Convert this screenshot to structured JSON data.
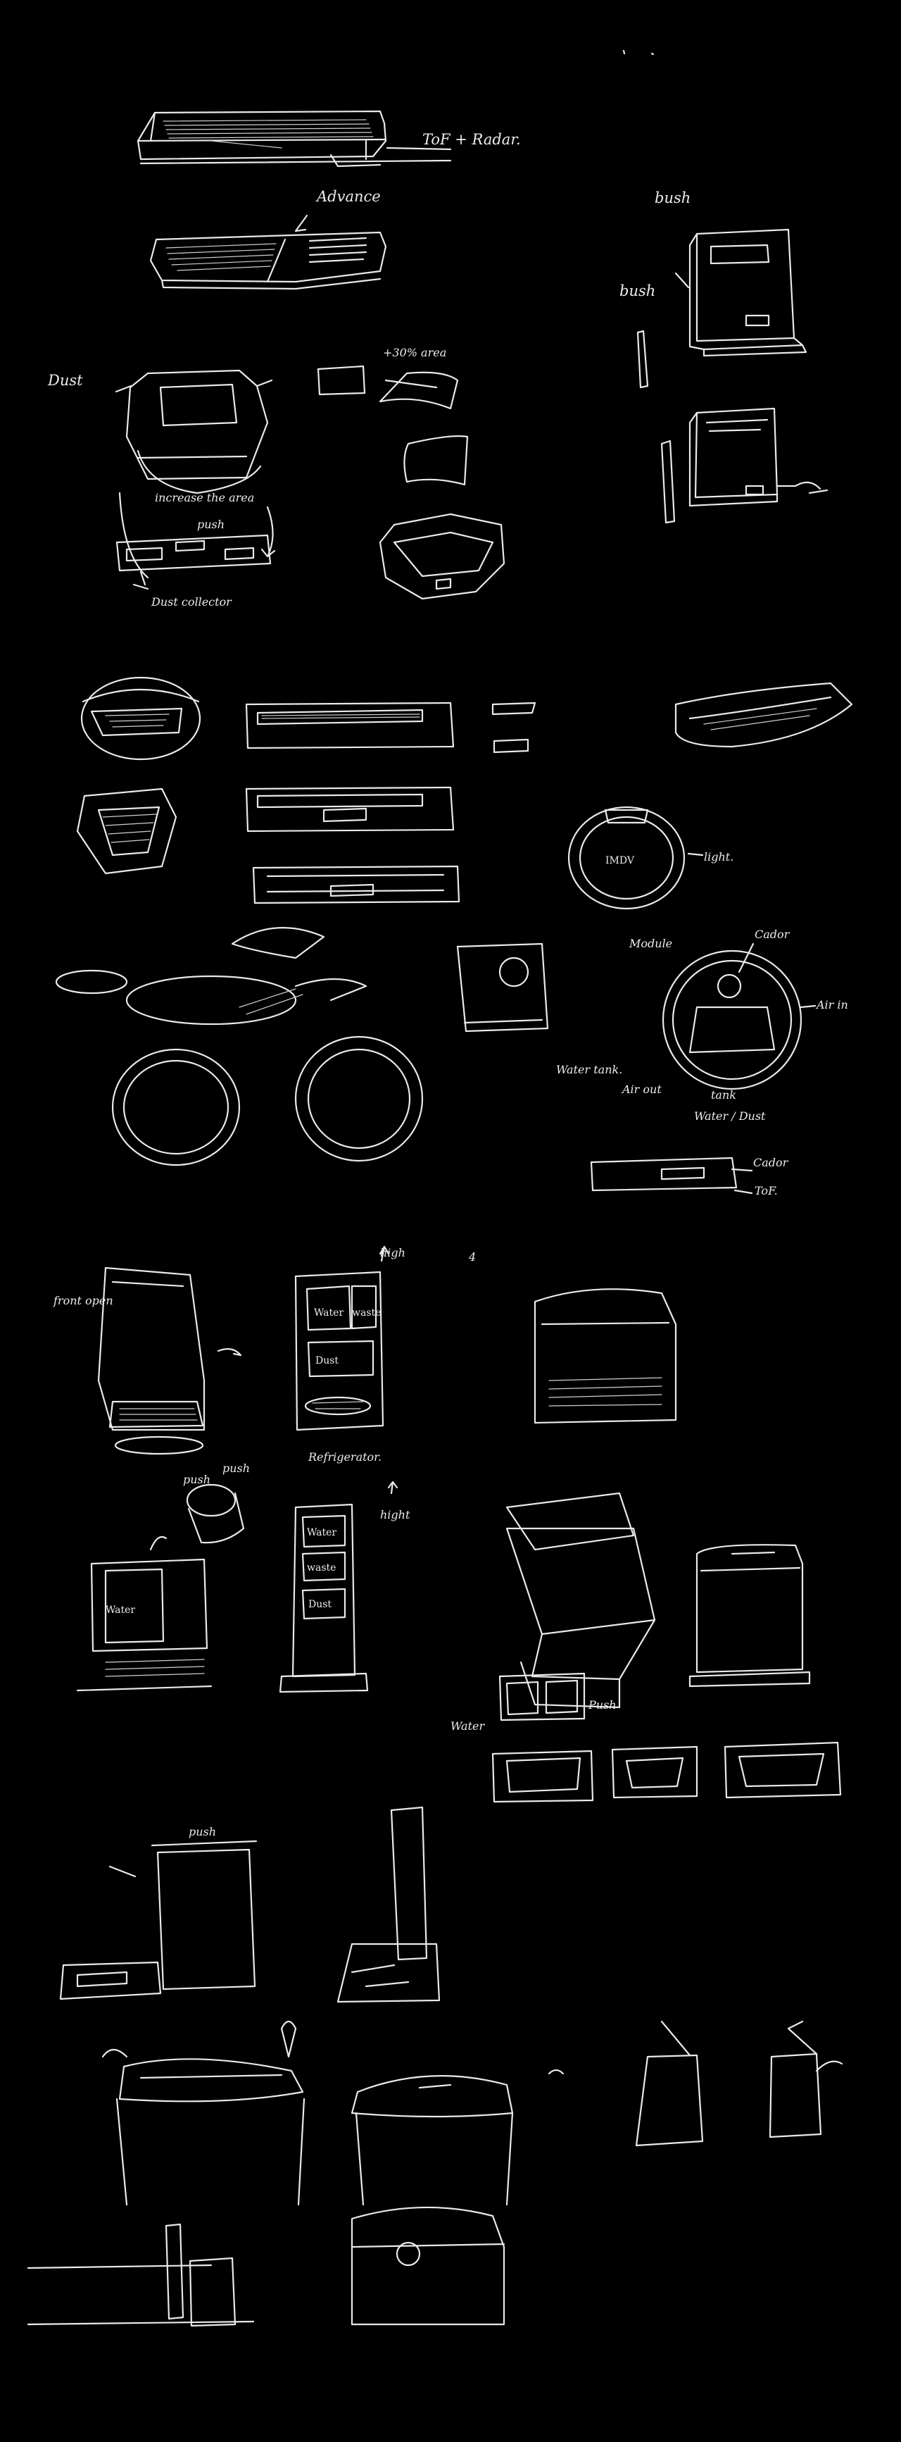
{
  "colors": {
    "background": "#000000",
    "stroke": "#e9e9e9"
  },
  "labels": {
    "tof_radar": "ToF + Radar.",
    "advance": "Advance",
    "brush_top": "bush",
    "brush_side": "bush",
    "dust": "Dust",
    "area": "+30% area",
    "increase_area": "increase the area",
    "push_small": "push",
    "dust_collector": "Dust collector",
    "imdv": "IMDV",
    "light": "light.",
    "module": "Module",
    "cador": "Cador",
    "air_in": "Air in",
    "water_tank": "Water  tank.",
    "air_out": "Air out",
    "tank": "tank",
    "water_dust": "Water / Dust",
    "cador_lower": "Cador",
    "tof_lower": "ToF.",
    "high_top": "high",
    "four": "4",
    "front_open": "front open",
    "water_box": "Water",
    "waste_box": "waste",
    "dust_box": "Dust",
    "refrigerator": "Refrigerator.",
    "push_mid": "push",
    "push_lid": "push",
    "high_mid": "hight",
    "tall_water": "Water",
    "tall_waste": "waste",
    "tall_dust": "Dust",
    "water_station": "Water",
    "water_tray": "Water",
    "push_tray": "Push",
    "push_upper": "push"
  }
}
